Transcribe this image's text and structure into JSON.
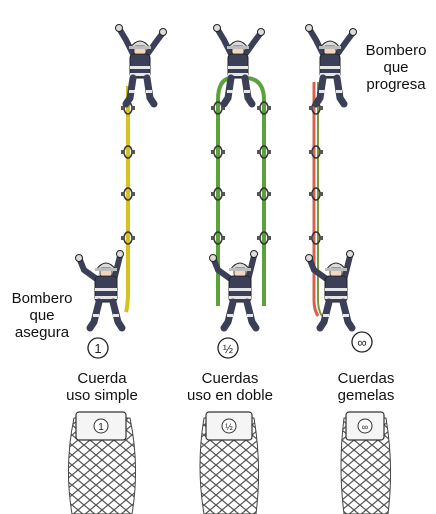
{
  "labels": {
    "leader": [
      "Bombero",
      "que",
      "progresa"
    ],
    "belayer": [
      "Bombero",
      "que",
      "asegura"
    ]
  },
  "rope_types": [
    {
      "id": "single",
      "symbol": "1",
      "caption": [
        "Cuerda",
        "uso simple"
      ],
      "rope_color": "#d6c21e",
      "second_color": "#d6c21e"
    },
    {
      "id": "double",
      "symbol": "½",
      "caption": [
        "Cuerdas",
        "uso en doble"
      ],
      "rope_color": "#5aa23a",
      "second_color": "#5aa23a"
    },
    {
      "id": "twin",
      "symbol": "∞",
      "caption": [
        "Cuerdas",
        "gemelas"
      ],
      "rope_color": "#d9604a",
      "second_color": "#7a9a3a"
    }
  ],
  "colors": {
    "suit": "#3b3f58",
    "helmet": "#dcdcdc",
    "line": "#222222"
  }
}
